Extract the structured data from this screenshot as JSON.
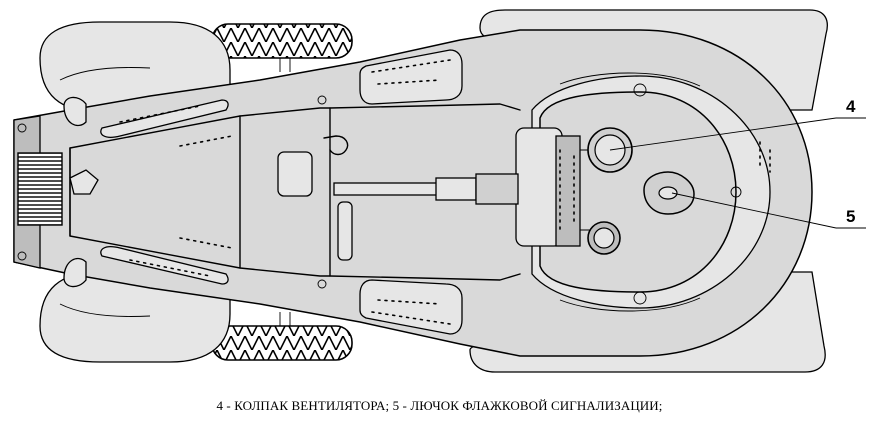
{
  "callouts": [
    {
      "number": "4",
      "name": "fan-cap"
    },
    {
      "number": "5",
      "name": "flag-signal-hatch"
    }
  ],
  "caption": "4 - КОЛПАК ВЕНТИЛЯТОРА; 5 - ЛЮЧОК ФЛАЖКОВОЙ СИГНАЛИЗАЦИИ;"
}
